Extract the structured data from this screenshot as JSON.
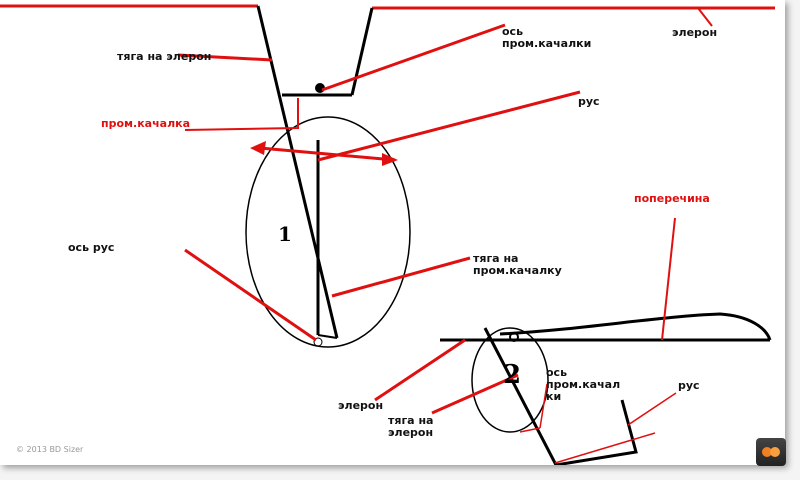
{
  "labels": {
    "elevon_top": "элерон",
    "rod_to_elevon": "тяга на элерон",
    "bellcrank_axis": "ось\nпром.качалки",
    "rus": "рус",
    "bellcrank": "пром.качалка",
    "rus_axis": "ось рус",
    "rod_to_bellcrank": "тяга на\nпром.качалку",
    "crossbar": "поперечина",
    "elevon_bottom": "элерон",
    "rod_to_elevon_2": "тяга на\nэлерон",
    "bellcrank_axis_2": "ось\nпром.качал\nки",
    "rus_2": "рус"
  },
  "numbers": {
    "one": "1",
    "two": "2"
  },
  "copyright": "© 2013 BD Sizer",
  "colors": {
    "red": "#e01010",
    "black": "#000000"
  },
  "icons": {
    "logo": "bd-sizer-logo-icon"
  }
}
